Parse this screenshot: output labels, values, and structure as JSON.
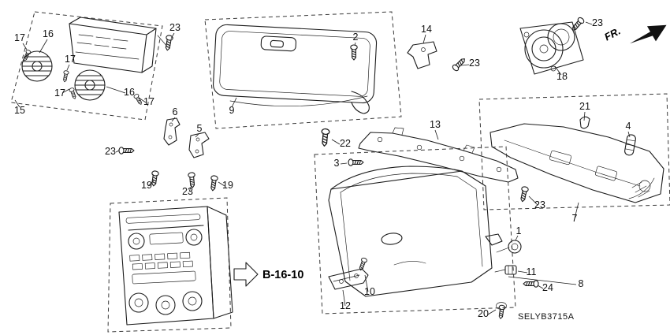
{
  "diagram": {
    "code": "SELYB3715A",
    "reference_block": "B-16-10",
    "direction_label": "FR.",
    "line_color": "#1c1c1c",
    "background": "#ffffff"
  },
  "labels": [
    {
      "text": "17"
    },
    {
      "text": "16"
    },
    {
      "text": "23"
    },
    {
      "text": "2"
    },
    {
      "text": "14"
    },
    {
      "text": "23"
    },
    {
      "text": "23"
    },
    {
      "text": "18"
    },
    {
      "text": "17"
    },
    {
      "text": "17"
    },
    {
      "text": "16"
    },
    {
      "text": "17"
    },
    {
      "text": "15"
    },
    {
      "text": "9"
    },
    {
      "text": "21"
    },
    {
      "text": "4"
    },
    {
      "text": "6"
    },
    {
      "text": "5"
    },
    {
      "text": "22"
    },
    {
      "text": "13"
    },
    {
      "text": "23"
    },
    {
      "text": "3"
    },
    {
      "text": "19"
    },
    {
      "text": "23"
    },
    {
      "text": "19"
    },
    {
      "text": "23"
    },
    {
      "text": "7"
    },
    {
      "text": "1"
    },
    {
      "text": "11"
    },
    {
      "text": "24"
    },
    {
      "text": "8"
    },
    {
      "text": "10"
    },
    {
      "text": "12"
    },
    {
      "text": "20"
    }
  ]
}
